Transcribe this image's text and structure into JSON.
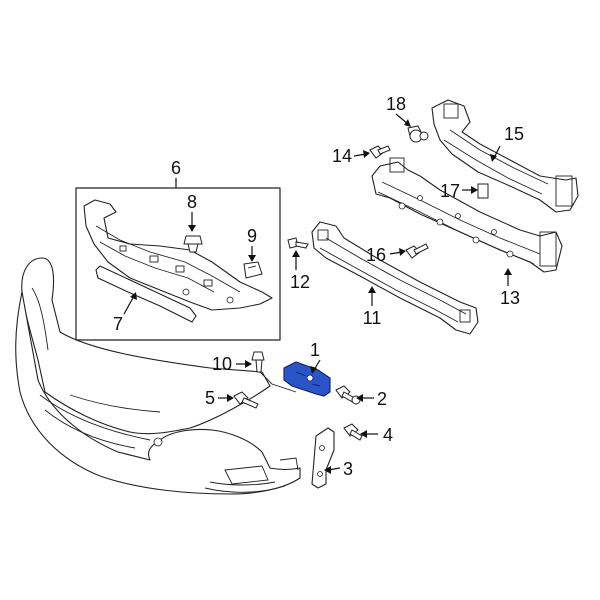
{
  "callouts": [
    {
      "id": "1",
      "label": "1",
      "name": "bracket",
      "highlighted": true
    },
    {
      "id": "2",
      "label": "2",
      "name": "bolt"
    },
    {
      "id": "3",
      "label": "3",
      "name": "side-bracket"
    },
    {
      "id": "4",
      "label": "4",
      "name": "bolt"
    },
    {
      "id": "5",
      "label": "5",
      "name": "bolt"
    },
    {
      "id": "6",
      "label": "6",
      "name": "lower-cover-assembly"
    },
    {
      "id": "7",
      "label": "7",
      "name": "strip"
    },
    {
      "id": "8",
      "label": "8",
      "name": "clip"
    },
    {
      "id": "9",
      "label": "9",
      "name": "retainer"
    },
    {
      "id": "10",
      "label": "10",
      "name": "bolt"
    },
    {
      "id": "11",
      "label": "11",
      "name": "impact-bar"
    },
    {
      "id": "12",
      "label": "12",
      "name": "bolt"
    },
    {
      "id": "13",
      "label": "13",
      "name": "reinforcement"
    },
    {
      "id": "14",
      "label": "14",
      "name": "bolt"
    },
    {
      "id": "15",
      "label": "15",
      "name": "upper-bracket"
    },
    {
      "id": "16",
      "label": "16",
      "name": "bolt"
    },
    {
      "id": "17",
      "label": "17",
      "name": "pad"
    },
    {
      "id": "18",
      "label": "18",
      "name": "nut"
    }
  ],
  "colors": {
    "highlight": "#2a55c8",
    "line": "#222222",
    "background": "#ffffff"
  }
}
